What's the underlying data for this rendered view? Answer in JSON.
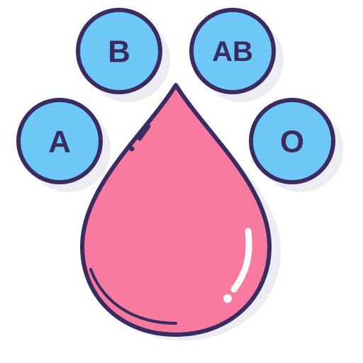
{
  "icon": {
    "name": "blood-types-icon",
    "colors": {
      "circle_fill": "#6dc8f7",
      "drop_fill": "#f87a9f",
      "outline": "#3a2c60",
      "shadow": "#ececf3",
      "highlight": "#ffffff"
    }
  },
  "blood_types": [
    {
      "label": "A"
    },
    {
      "label": "B"
    },
    {
      "label": "AB"
    },
    {
      "label": "O"
    }
  ]
}
